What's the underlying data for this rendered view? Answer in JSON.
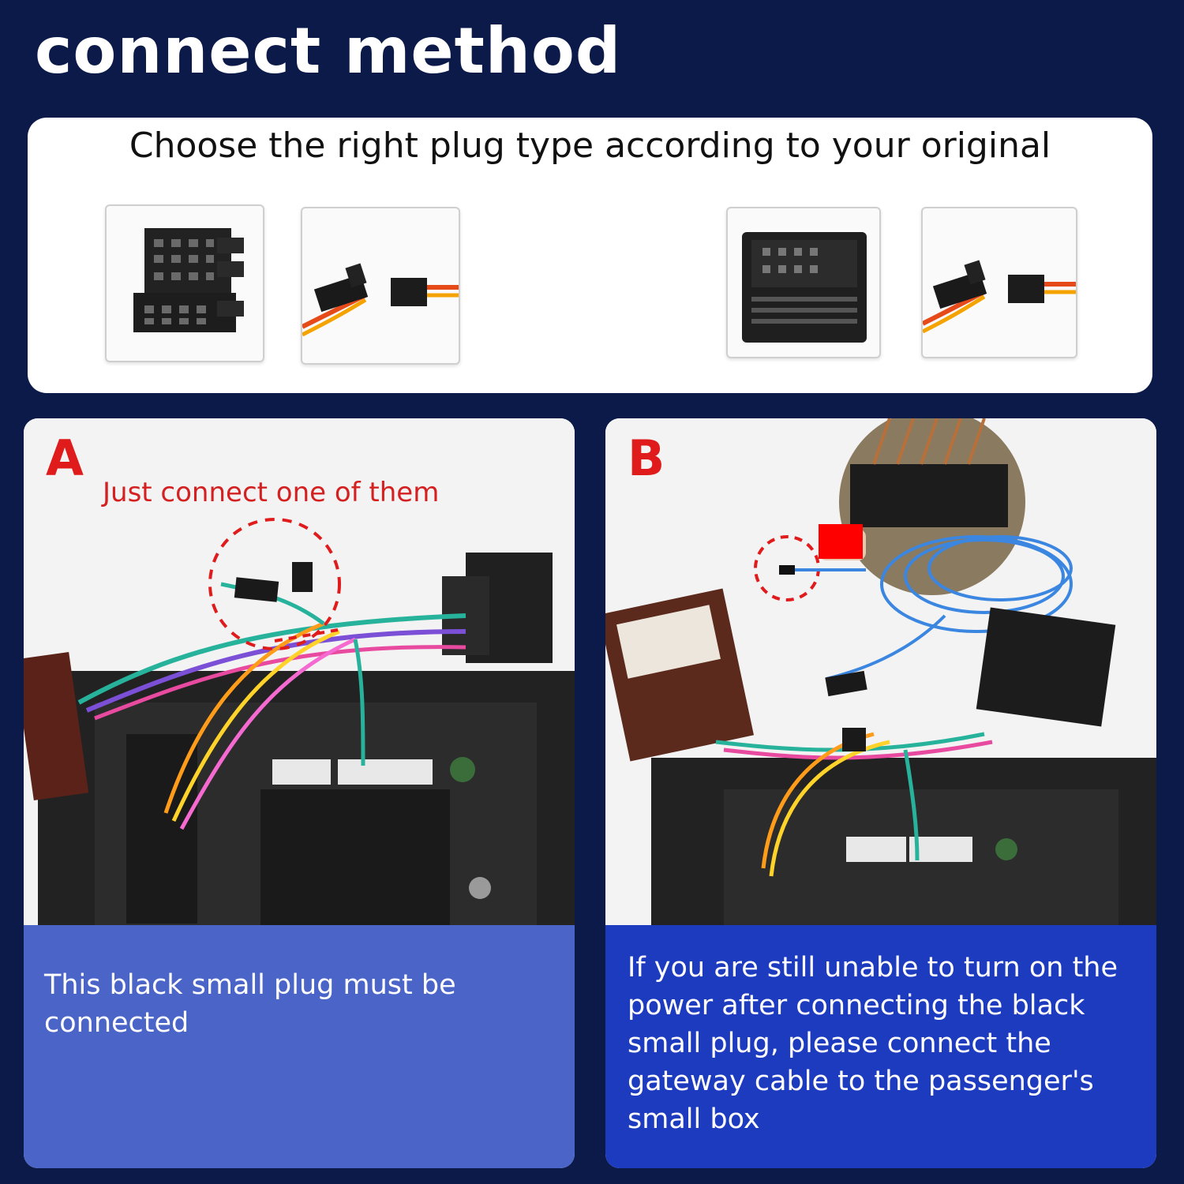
{
  "header": {
    "title": "connect method"
  },
  "plug_types": {
    "subtitle": "Choose the right plug type according to your original"
  },
  "panel_a": {
    "letter": "A",
    "note": "Just connect one of them",
    "caption": "This black small plug must be connected"
  },
  "panel_b": {
    "letter": "B",
    "caption": "If you are still unable to turn on the power after connecting the black small plug, please connect the gateway cable to the passenger's small box"
  },
  "colors": {
    "background": "#0c1a4a",
    "caption_a": "#4a64c8",
    "caption_b": "#1d3bbf",
    "accent_red": "#e01b1b"
  }
}
